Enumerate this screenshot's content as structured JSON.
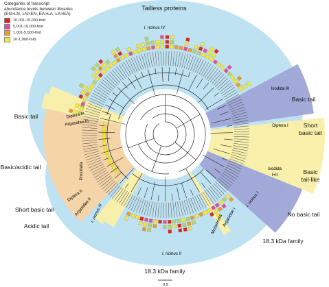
{
  "legend": {
    "title_lines": [
      "Categories of transcript",
      "abundance levels between libraries",
      "(EN>LN, LN>EN, EA>LA, LA>EA)"
    ],
    "entries": [
      {
        "label": "10,001-15,000-fold",
        "color": "#e5231b"
      },
      {
        "label": "5,001-10,000-fold",
        "color": "#e84c9b"
      },
      {
        "label": "1,001-5,000-fold",
        "color": "#f39a1f"
      },
      {
        "label": "10-1,000-fold",
        "color": "#f7ea2c"
      }
    ]
  },
  "clade_labels": {
    "ricinus_iv": "I. ricinus IV",
    "ixodida_iii": "Ixodida III",
    "diptera_i": "Diptera I",
    "ixodida_i_ii_a": "Ixodida",
    "ixodida_i_ii_b": "I+II",
    "ricinus_i": "I. ricinus I",
    "argasidae_i": "Argasidae I",
    "metastriata": "Metastriata",
    "ricinus_ii": "I. ricinus II",
    "ricinus_iii": "I. ricinus III",
    "argasidae_ii": "Argasidae II",
    "diptera_ii": "Diptera II",
    "prostriata": "Prostriata",
    "diptera_iii": "Diptera III",
    "argasidae_iii": "Argasidae III"
  },
  "annotations": {
    "tailless": "Tailless proteins",
    "basic_tail_right": "Basic tail",
    "short_basic_tail_right_1": "Short",
    "short_basic_tail_right_2": "basic tail",
    "basic_tail_like_1": "Basic",
    "basic_tail_like_2": "tail-like",
    "no_basic_tail": "No basic tail",
    "family_183_right": "18.3 kDa family",
    "basic_tail_left": "Basic tail",
    "basic_acidic_tail": "Basic/acidic tail",
    "short_basic_tail_left": "Short basic tail",
    "acidic_tail": "Acidic tail",
    "family_183_bottom": "18.3 kDa family"
  },
  "scale_bar": {
    "label": "0.9"
  },
  "colors": {
    "blue": "#bfe2f2",
    "yellow": "#fbefa6",
    "orange": "#f8d3a2",
    "purple": "#9ea5d6",
    "branch": "#202020"
  }
}
